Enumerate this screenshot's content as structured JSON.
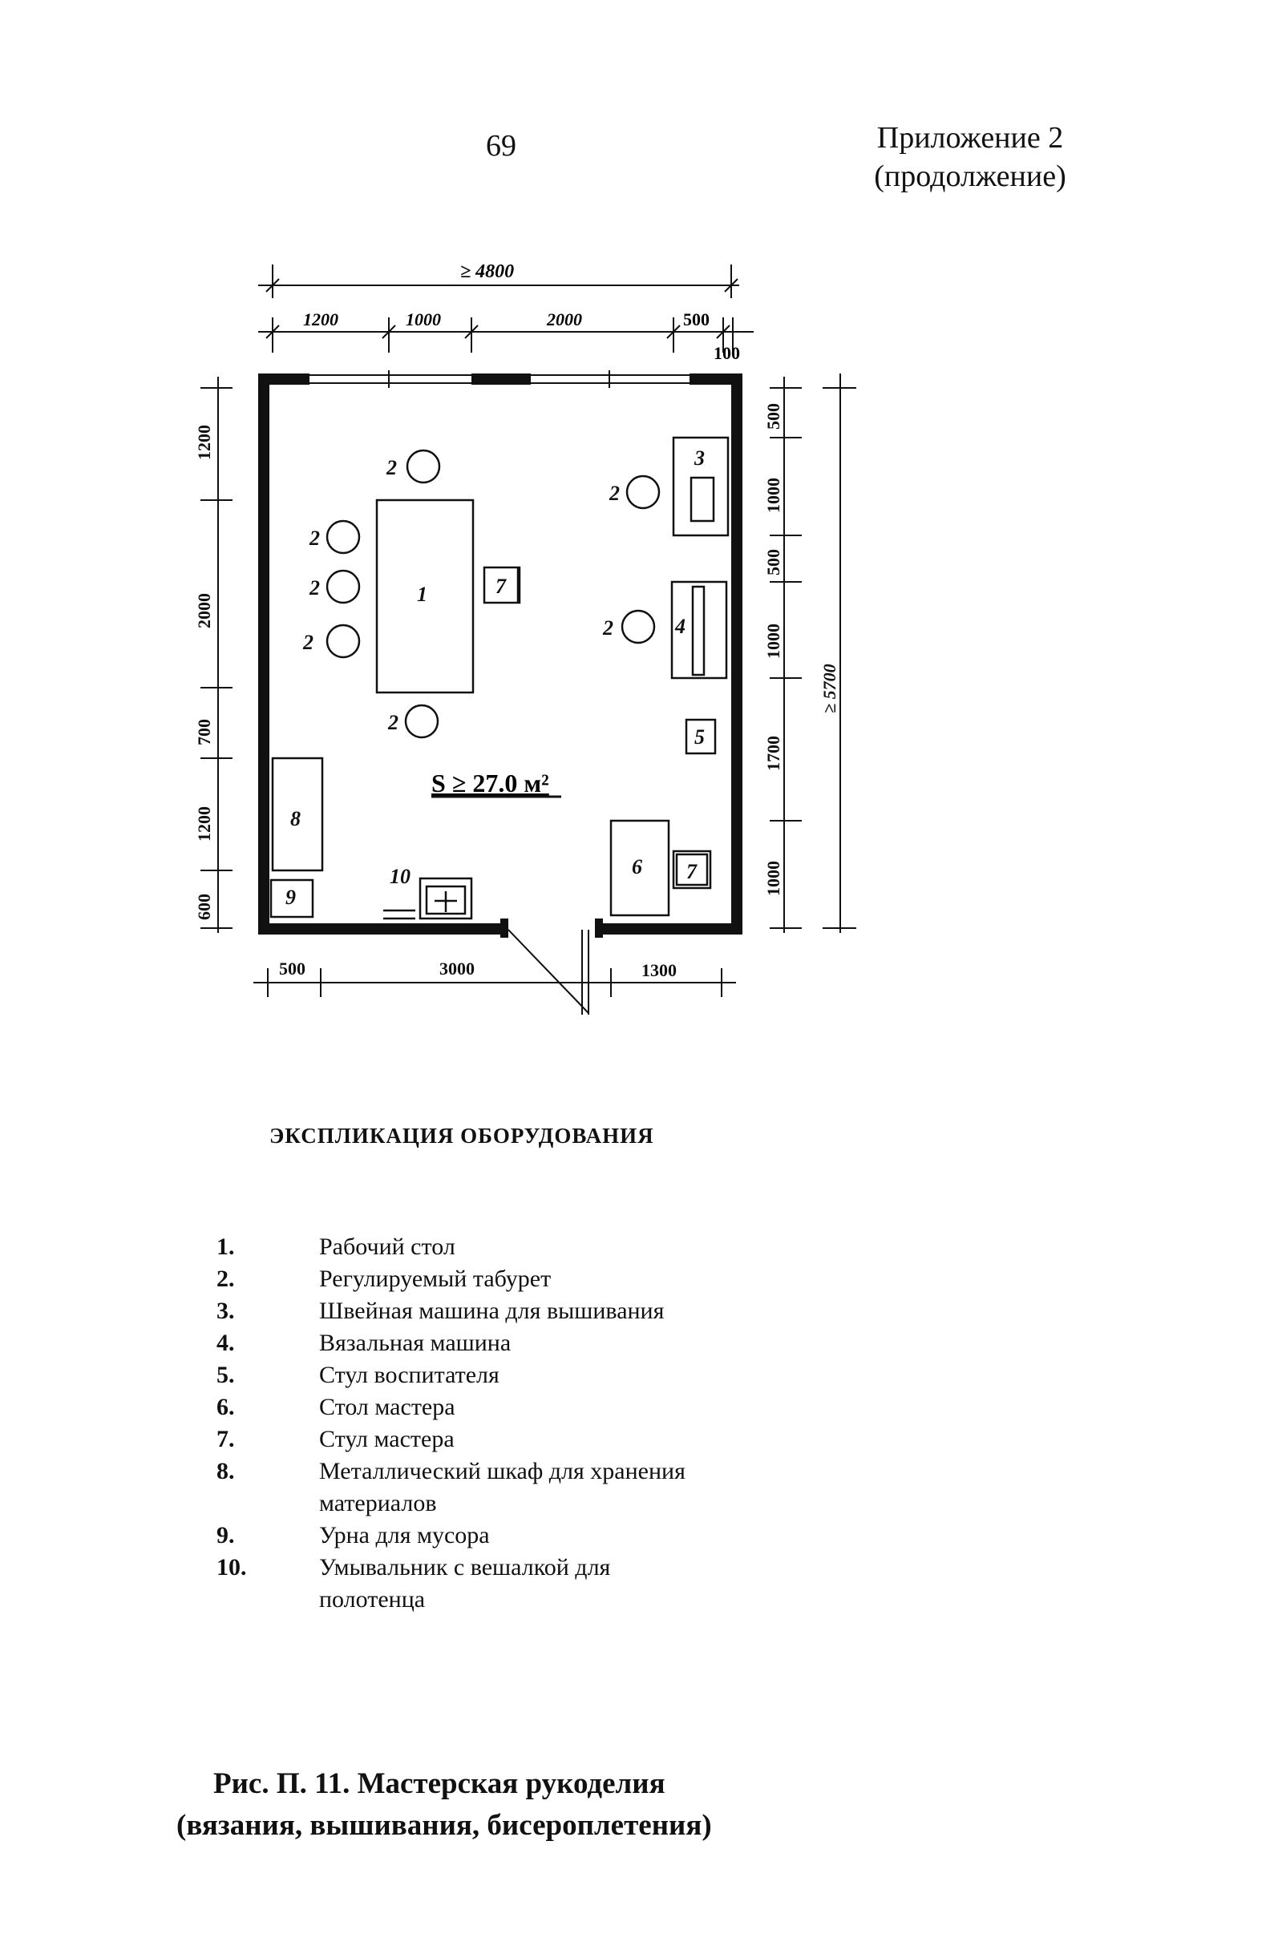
{
  "header": {
    "page_number": "69",
    "appendix_line1": "Приложение 2",
    "appendix_line2": "(продолжение)"
  },
  "plan": {
    "top_dimensions": {
      "overall": "≥ 4800",
      "segments": [
        "1200",
        "1000",
        "2000",
        "500",
        "100"
      ]
    },
    "left_dimensions": [
      "1200",
      "2000",
      "700",
      "1200",
      "600"
    ],
    "right_dimensions_inner": [
      "500",
      "1000",
      "500",
      "1000",
      "1700",
      "1000"
    ],
    "right_dimension_overall": "≥ 5700",
    "bottom_dimensions": [
      "500",
      "3000",
      "1300"
    ],
    "area_label": "S ≥ 27.0 м²",
    "item_labels": {
      "table": "1",
      "stool": "2",
      "sewing_machine": "3",
      "knitting_machine": "4",
      "teacher_chair": "5",
      "master_table": "6",
      "master_chair": "7",
      "cabinet": "8",
      "bin": "9",
      "sink": "10"
    }
  },
  "explication": {
    "title": "ЭКСПЛИКАЦИЯ ОБОРУДОВАНИЯ",
    "items": [
      {
        "num": "1.",
        "text": "Рабочий стол"
      },
      {
        "num": "2.",
        "text": "Регулируемый табурет"
      },
      {
        "num": "3.",
        "text": "Швейная машина для вышивания"
      },
      {
        "num": "4.",
        "text": "Вязальная машина"
      },
      {
        "num": "5.",
        "text": "Стул воспитателя"
      },
      {
        "num": "6.",
        "text": "Стол мастера"
      },
      {
        "num": "7.",
        "text": "Стул мастера"
      },
      {
        "num": "8.",
        "text": "Металлический шкаф для хранения материалов"
      },
      {
        "num": "9.",
        "text": "Урна для мусора"
      },
      {
        "num": "10.",
        "text": "Умывальник с вешалкой для полотенца"
      }
    ]
  },
  "caption": {
    "line1": "Рис. П. 11.   Мастерская рукоделия",
    "line2": "(вязания, вышивания, бисероплетения)"
  }
}
